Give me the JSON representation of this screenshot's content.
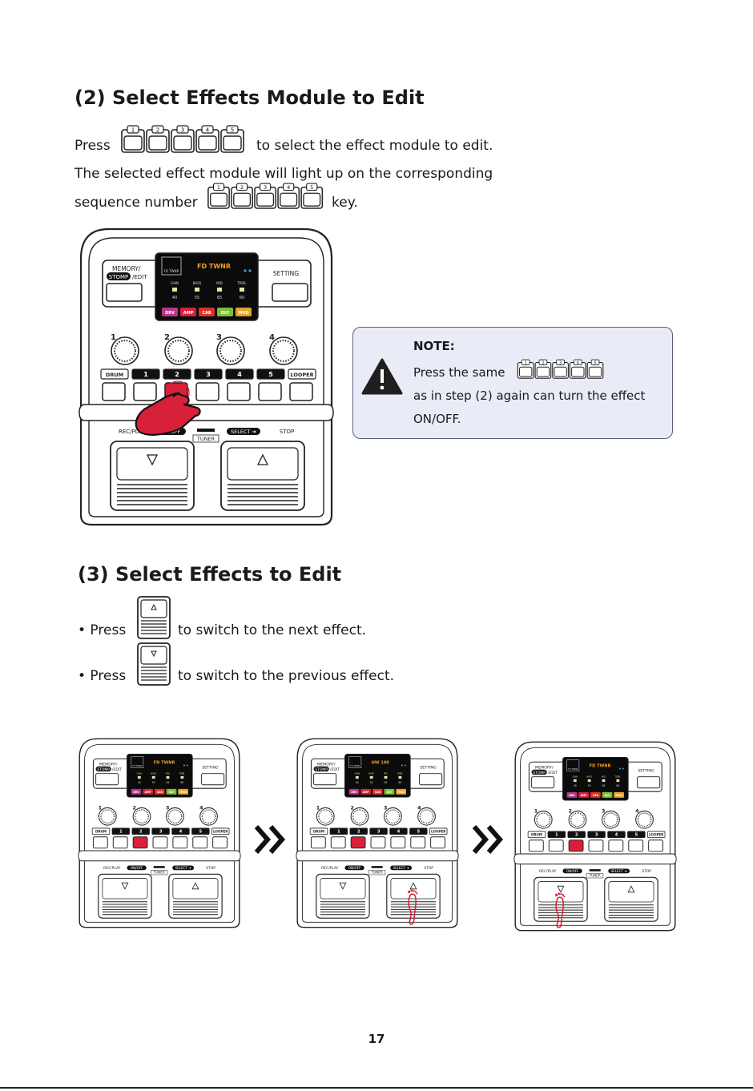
{
  "section2": {
    "heading": "(2)  Select Effects Module to Edit",
    "line1_before": "Press",
    "line1_after": "to select the effect module to edit.",
    "line2": "The selected effect module will light up on the corresponding",
    "line3_before": "sequence number",
    "line3_after": "key."
  },
  "keys": [
    "1",
    "2",
    "3",
    "4",
    "5"
  ],
  "device": {
    "memory_label": "MEMORY/",
    "stomp_label": "STOMP",
    "edit_label": "/EDIT",
    "setting_label": "SETTING",
    "screen_preset": "FD TWNR",
    "screen_preset_alt": "HW 100",
    "screen_small_logo": "FD TWNR",
    "knob_params": [
      "GAIN",
      "BASS",
      "MID",
      "TREB."
    ],
    "knob_values": [
      "40",
      "55",
      "65",
      "60"
    ],
    "modules": [
      {
        "label": "DRV",
        "color": "#b8338b"
      },
      {
        "label": "AMP",
        "color": "#d8203a"
      },
      {
        "label": "CAB",
        "color": "#e0302a"
      },
      {
        "label": "DLY",
        "color": "#7cbf3a"
      },
      {
        "label": "MOD",
        "color": "#e5a328"
      }
    ],
    "knob_numbers": [
      "1",
      "2",
      "3",
      "4"
    ],
    "drum_label": "DRUM",
    "looper_label": "LOOPER",
    "rec_play_label": "REC/PLAY",
    "onoff_label": "ON/OFF",
    "tuner_label": "TUNER",
    "select_label": "SELECT",
    "stop_label": "STOP",
    "accent_red": "#d8203a"
  },
  "note": {
    "title": "NOTE:",
    "line1_before": "Press the same",
    "line2": "as in step (2) again can turn the effect",
    "line3": "ON/OFF."
  },
  "section3": {
    "heading": "(3)  Select Effects to Edit",
    "bullet1_before": "• Press",
    "bullet1_after": "to switch to the next effect.",
    "bullet2_before": "• Press",
    "bullet2_after": "to switch to the previous effect."
  },
  "page_number": "17"
}
